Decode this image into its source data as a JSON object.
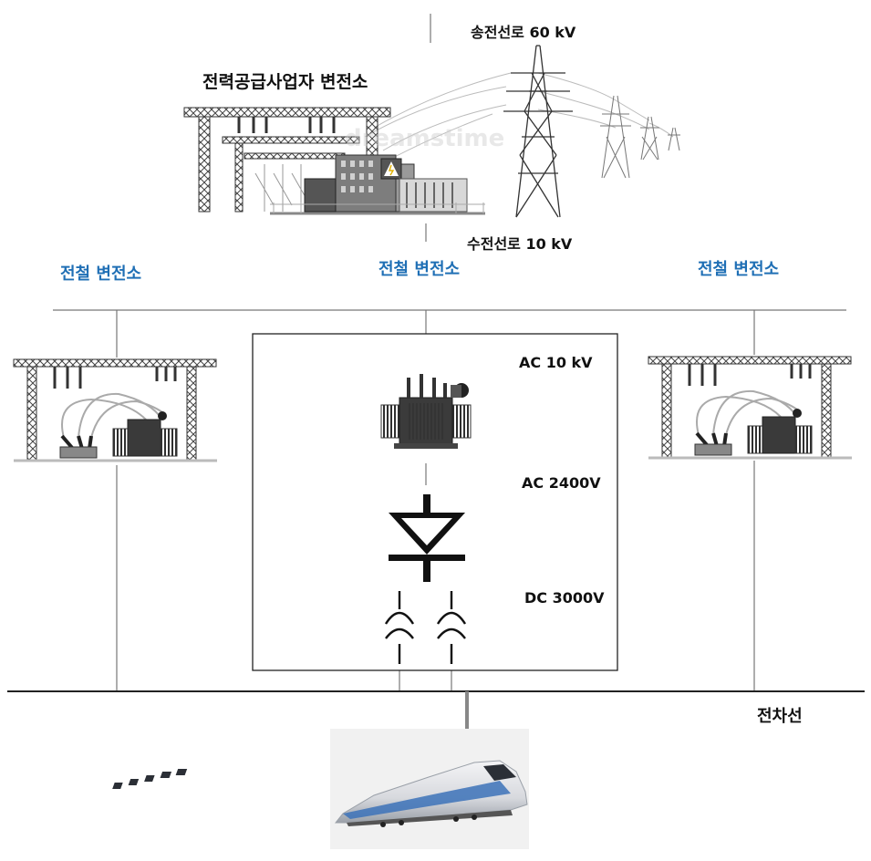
{
  "labels": {
    "transmission_line": "송전선로 60 kV",
    "utility_substation": "전력공급사업자 변전소",
    "receiving_line": "수전선로 10 kV",
    "rail_substation_left": "전철 변전소",
    "rail_substation_center": "전철 변전소",
    "rail_substation_right": "전철 변전소",
    "ac_10kv": "AC 10 kV",
    "ac_2400v": "AC 2400V",
    "dc_3000v": "DC 3000V",
    "catenary": "전차선"
  },
  "watermark": "dreamstime",
  "colors": {
    "rail_label": "#1f6fb5",
    "text": "#111111",
    "lines": "#666666",
    "equipment": "#3a3a3a"
  },
  "icons": [
    "power-tower-icon",
    "substation-icon",
    "transformer-icon",
    "diode-icon",
    "pantograph-icon",
    "train-icon"
  ]
}
